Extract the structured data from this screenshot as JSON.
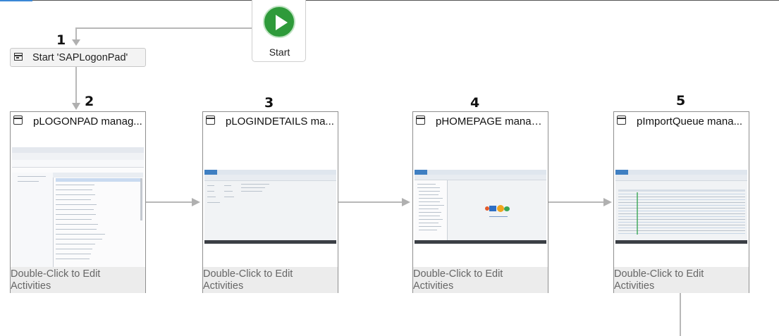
{
  "start": {
    "label": "Start"
  },
  "steps": [
    "1",
    "2",
    "3",
    "4",
    "5"
  ],
  "activity": {
    "label": "Start 'SAPLogonPad'"
  },
  "cards": [
    {
      "title": "pLOGONPAD manag...",
      "footer_line1": "Double-Click to Edit",
      "footer_line2": "Activities"
    },
    {
      "title": "pLOGINDETAILS ma...",
      "footer_line1": "Double-Click to Edit",
      "footer_line2": "Activities"
    },
    {
      "title": "pHOMEPAGE manag...",
      "footer_line1": "Double-Click to Edit",
      "footer_line2": "Activities"
    },
    {
      "title": "pImportQueue mana...",
      "footer_line1": "Double-Click to Edit",
      "footer_line2": "Activities"
    }
  ],
  "colors": {
    "start_green": "#2e9a3a",
    "connector": "#b5b5b5",
    "footer_bg": "#ececec"
  }
}
